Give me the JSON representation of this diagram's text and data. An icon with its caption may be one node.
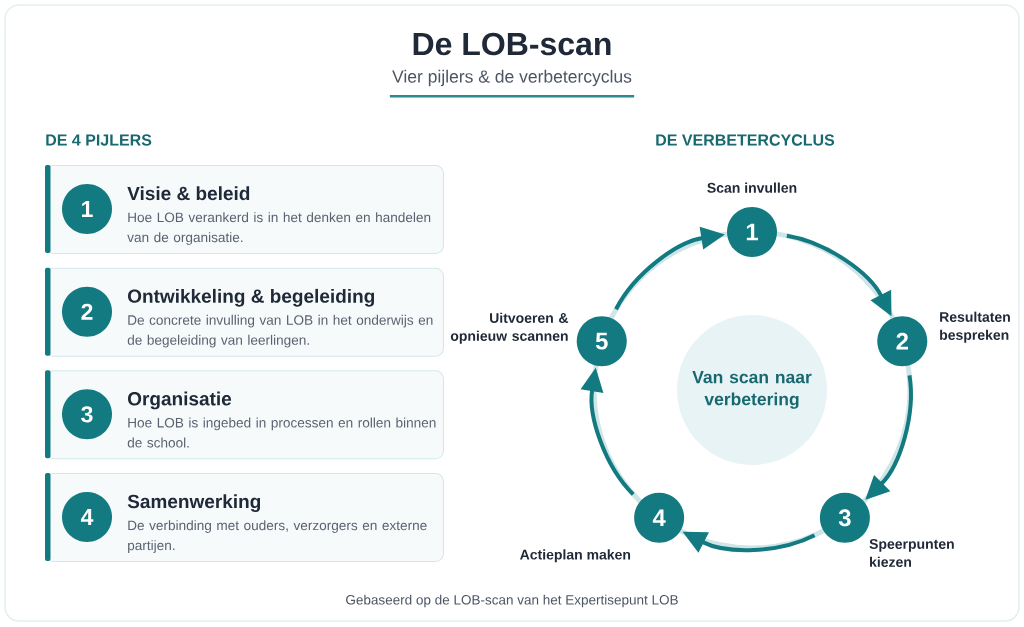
{
  "diagram": {
    "title": "De LOB-scan",
    "nodes": [
      {
        "text": [
          "Visie & beleid",
          "Hoe LOB verankerd is in het denken en handelen van de organisatie."
        ]
      },
      {
        "text": [
          "1"
        ],
        "in": 0
      },
      {
        "text": [
          "Ontwikkeling & begeleiding",
          "De concrete invulling van LOB in het onderwijs en de begeleiding van leerlingen."
        ]
      },
      {
        "text": [
          "2"
        ],
        "in": 2
      },
      {
        "text": [
          "Organisatie",
          "Hoe LOB is ingebed in processen en rollen binnen de school."
        ]
      },
      {
        "text": [
          "3"
        ],
        "in": 4
      },
      {
        "text": [
          "Samenwerking",
          "De verbinding met ouders, verzorgers en externe partijen."
        ]
      },
      {
        "text": [
          "4"
        ],
        "in": 6
      },
      {
        "text": [
          "1"
        ],
        "beside": [
          "Scan invullen"
        ]
      },
      {
        "text": [
          "2"
        ],
        "beside": [
          "Resultaten bespreken"
        ]
      },
      {
        "text": [
          "3"
        ],
        "beside": [
          "Speerpunten kiezen"
        ]
      },
      {
        "text": [
          "4"
        ],
        "beside": [
          "Actieplan maken"
        ]
      },
      {
        "text": [
          "5"
        ],
        "beside": [
          "Uitvoeren & opnieuw scannen"
        ]
      },
      {
        "text": [
          "Van scan naar verbetering"
        ]
      }
    ],
    "edges": [
      {
        "from": 8,
        "to": 9,
        "arrow": "to"
      },
      {
        "from": 9,
        "to": 10,
        "arrow": "to"
      },
      {
        "from": 10,
        "to": 11,
        "arrow": "to"
      },
      {
        "from": 11,
        "to": 12,
        "arrow": "to"
      },
      {
        "from": 12,
        "to": 8,
        "arrow": "to"
      }
    ],
    "labels": [
      "Vier pijlers & de verbetercyclus",
      "DE 4 PIJLERS",
      "DE VERBETERCYCLUS",
      "Gebaseerd op de LOB-scan van het Expertisepunt LOB"
    ]
  }
}
